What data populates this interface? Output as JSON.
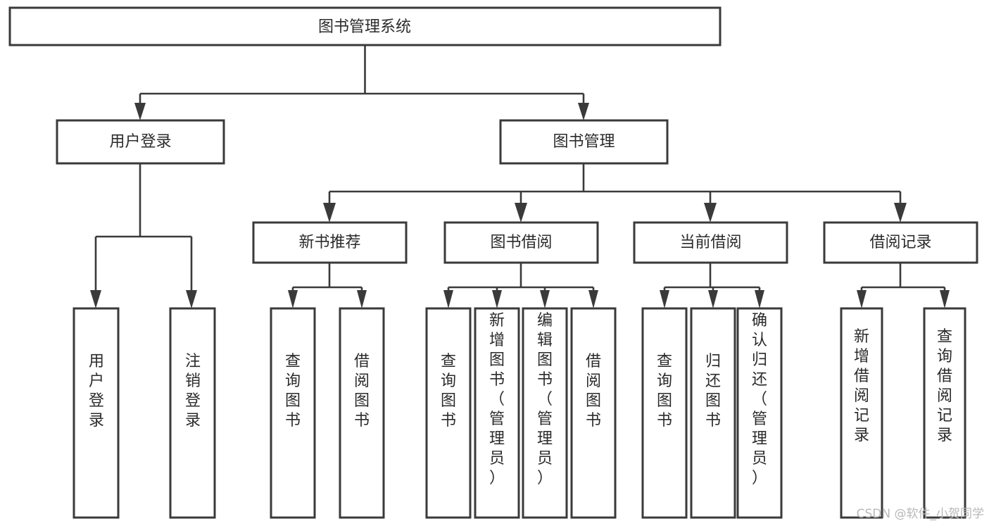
{
  "diagram": {
    "title": "图书管理系统",
    "type": "functional-structure-tree",
    "root": {
      "id": "root",
      "label": "图书管理系统"
    },
    "level2": [
      {
        "id": "user-login",
        "label": "用户登录"
      },
      {
        "id": "book-manage",
        "label": "图书管理"
      }
    ],
    "level3": [
      {
        "id": "new-book-rec",
        "label": "新书推荐",
        "parent": "book-manage"
      },
      {
        "id": "book-borrow",
        "label": "图书借阅",
        "parent": "book-manage"
      },
      {
        "id": "current-borrow",
        "label": "当前借阅",
        "parent": "book-manage"
      },
      {
        "id": "borrow-record",
        "label": "借阅记录",
        "parent": "book-manage"
      }
    ],
    "leaves": {
      "user-login": [
        {
          "id": "leaf-user-login",
          "label": "用户登录"
        },
        {
          "id": "leaf-user-logout",
          "label": "注销登录"
        }
      ],
      "new-book-rec": [
        {
          "id": "leaf-query-book-1",
          "label": "查询图书"
        },
        {
          "id": "leaf-borrow-book-1",
          "label": "借阅图书"
        }
      ],
      "book-borrow": [
        {
          "id": "leaf-query-book-2",
          "label": "查询图书"
        },
        {
          "id": "leaf-add-book",
          "label": "新增图书（管理员）"
        },
        {
          "id": "leaf-edit-book",
          "label": "编辑图书（管理员）"
        },
        {
          "id": "leaf-borrow-book-2",
          "label": "借阅图书"
        }
      ],
      "current-borrow": [
        {
          "id": "leaf-query-book-3",
          "label": "查询图书"
        },
        {
          "id": "leaf-return-book",
          "label": "归还图书"
        },
        {
          "id": "leaf-confirm-return",
          "label": "确认归还（管理员）"
        }
      ],
      "borrow-record": [
        {
          "id": "leaf-add-record",
          "label": "新增借阅记录"
        },
        {
          "id": "leaf-query-record",
          "label": "查询借阅记录"
        }
      ]
    }
  },
  "watermark": {
    "text": "CSDN @软件_小贺同学"
  },
  "colors": {
    "stroke": "#3a3a3a",
    "fill": "#ffffff",
    "text": "#2b2b2b",
    "watermark": "#b8b8b8"
  }
}
